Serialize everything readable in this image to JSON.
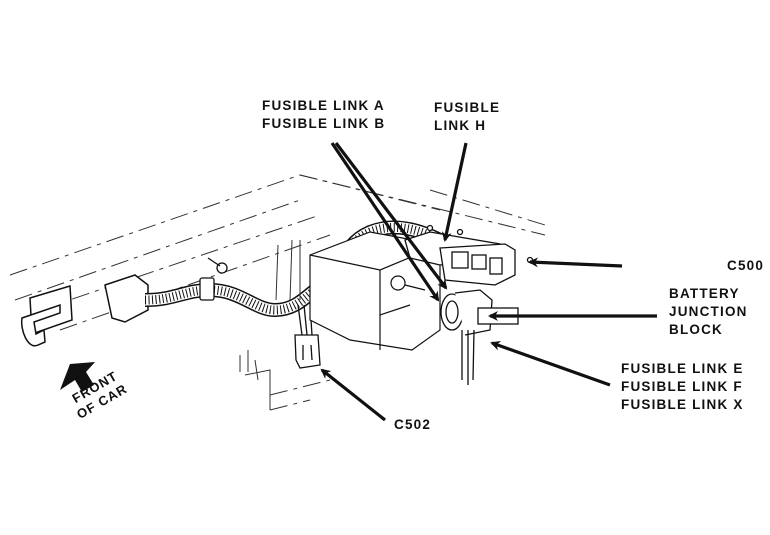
{
  "diagram": {
    "type": "component-locator",
    "subject": "Battery junction block and fusible links wiring harness",
    "colors": {
      "ink": "#111111",
      "background": "#ffffff"
    }
  },
  "labels": {
    "fusible_link_ab": [
      "FUSIBLE LINK A",
      "FUSIBLE LINK B"
    ],
    "fusible_link_h": [
      "FUSIBLE",
      "LINK H"
    ],
    "c500": "C500",
    "battery_junction_block": [
      "BATTERY",
      "JUNCTION",
      "BLOCK"
    ],
    "fusible_link_efx": [
      "FUSIBLE LINK E",
      "FUSIBLE LINK F",
      "FUSIBLE LINK X"
    ],
    "c502": "C502",
    "front_of_car": [
      "FRONT",
      "OF CAR"
    ]
  },
  "callouts": [
    {
      "label": "FUSIBLE LINK A / FUSIBLE LINK B",
      "points_to": "battery junction block (left side)"
    },
    {
      "label": "FUSIBLE LINK H",
      "points_to": "fuse block top"
    },
    {
      "label": "C500",
      "points_to": "fuse block connector (right end)"
    },
    {
      "label": "BATTERY JUNCTION BLOCK",
      "points_to": "junction block stud"
    },
    {
      "label": "FUSIBLE LINK E / F / X",
      "points_to": "wires below junction block"
    },
    {
      "label": "C502",
      "points_to": "harness connector"
    }
  ]
}
